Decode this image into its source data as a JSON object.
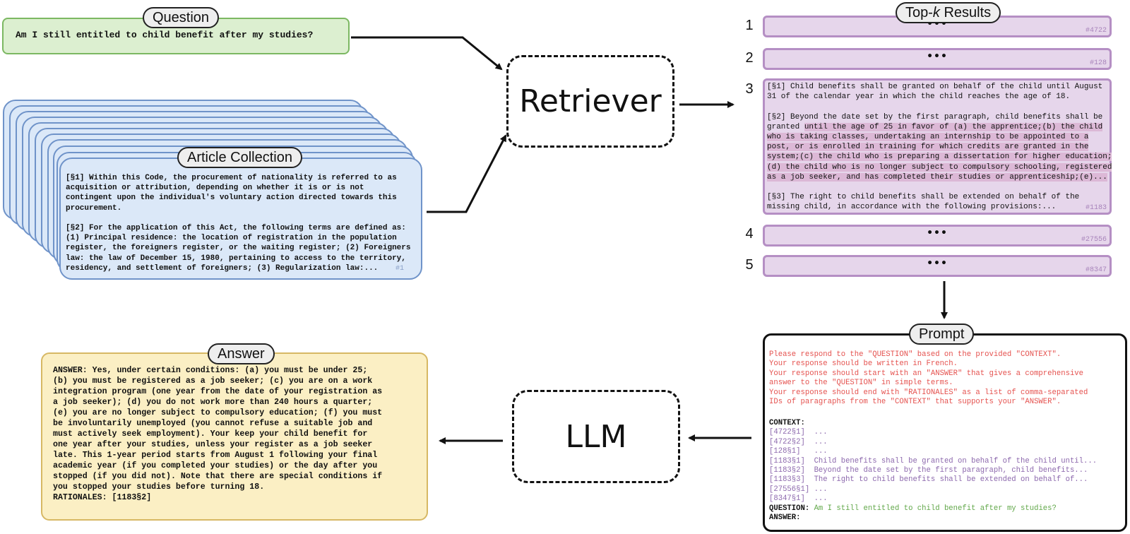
{
  "question": {
    "label": "Question",
    "text": "Am I still entitled to child benefit after my studies?"
  },
  "article_collection": {
    "label": "Article Collection",
    "lines": [
      "[§1] Within this Code, the procurement of nationality is referred to as",
      "acquisition or attribution, depending on whether it is or is not",
      "contingent upon the individual's voluntary action directed towards this",
      "procurement.",
      "",
      "[§2] For the application of this Act, the following terms are defined as:",
      "(1) Principal residence: the location of registration in the population",
      "register, the foreigners register, or the waiting register; (2) Foreigners",
      "law: the law of December 15, 1980, pertaining to access to the territory,",
      "residency, and settlement of foreigners; (3) Regularization law:..."
    ],
    "id": "#1"
  },
  "retriever": {
    "label": "Retriever"
  },
  "llm": {
    "label": "LLM"
  },
  "topk": {
    "label_prefix": "Top-",
    "label_k": "k",
    "label_suffix": " Results",
    "results": [
      {
        "rank": "1",
        "ellipsis": "•••",
        "id": "#4722"
      },
      {
        "rank": "2",
        "ellipsis": "•••",
        "id": "#128"
      },
      {
        "rank": "3",
        "id": "#1183"
      },
      {
        "rank": "4",
        "ellipsis": "•••",
        "id": "#27556"
      },
      {
        "rank": "5",
        "ellipsis": "•••",
        "id": "#8347"
      }
    ],
    "expanded": {
      "p1_line1": "[§1] Child benefits shall be granted on behalf of the child until August",
      "p1_line2": "31 of the calendar year in which the child reaches the age of 18.",
      "p2_line1": "[§2] Beyond the date set by the first paragraph, child benefits shall be",
      "p2_line2a": "granted ",
      "p2_line2b": "until the age of 25 in favor of (a) the apprentice;(b) the child",
      "p2_hl_lines": [
        "who is taking classes, undertaking an internship to be appointed to a",
        "post, or is enrolled in training for which credits are granted in the",
        "system;(c) the child who is preparing a dissertation for higher education;",
        "(d) the child who is no longer subject to compulsory schooling, registered",
        "as a job seeker, and has completed their studies or apprenticeship;(e)..."
      ],
      "p3_line1": "[§3] The right to child benefits shall be extended on behalf of the",
      "p3_line2": "missing child, in accordance with the following provisions:..."
    }
  },
  "prompt": {
    "label": "Prompt",
    "instructions": [
      "Please respond to the \"QUESTION\" based on the provided \"CONTEXT\".",
      "Your response should be written in French.",
      "Your response should start with an \"ANSWER\" that gives a comprehensive",
      "answer to the \"QUESTION\" in simple terms.",
      "Your response should end with \"RATIONALES\" as a list of comma-separated",
      "IDs of paragraphs from the \"CONTEXT\" that supports your \"ANSWER\"."
    ],
    "context_label": "CONTEXT:",
    "context_items": [
      {
        "key": "[4722§1]",
        "text": "..."
      },
      {
        "key": "[4722§2]",
        "text": "..."
      },
      {
        "key": "[128§1]",
        "text": "..."
      },
      {
        "key": "[1183§1]",
        "text": "Child benefits shall be granted on behalf of the child until..."
      },
      {
        "key": "[1183§2]",
        "text": "Beyond the date set by the first paragraph, child benefits..."
      },
      {
        "key": "[1183§3]",
        "text": "The right to child benefits shall be extended on behalf of..."
      },
      {
        "key": "[27556§1]",
        "text": "..."
      },
      {
        "key": "[8347§1]",
        "text": "..."
      }
    ],
    "question_label": "QUESTION:",
    "question_text": "Am I still entitled to child benefit after my studies?",
    "answer_label": "ANSWER:"
  },
  "answer": {
    "label": "Answer",
    "lines": [
      "ANSWER: Yes, under certain conditions: (a) you must be under 25;",
      "(b) you must be registered as a job seeker; (c) you are on a work",
      "integration program (one year from the date of your registration as",
      "a job seeker); (d) you do not work more than 240 hours a quarter;",
      "(e) you are no longer subject to compulsory education; (f) you must",
      "be involuntarily unemployed (you cannot refuse a suitable job and",
      "must actively seek employment). Your keep your child benefit for",
      "one year after your studies, unless your register as a job seeker",
      "late. This 1-year period starts from August 1 following your final",
      "academic year (if you completed your studies) or the day after you",
      "stopped (if you did not). Note that there are special conditions if",
      "you stopped your studies before turning 18.",
      "RATIONALES: [1183§2]"
    ]
  }
}
